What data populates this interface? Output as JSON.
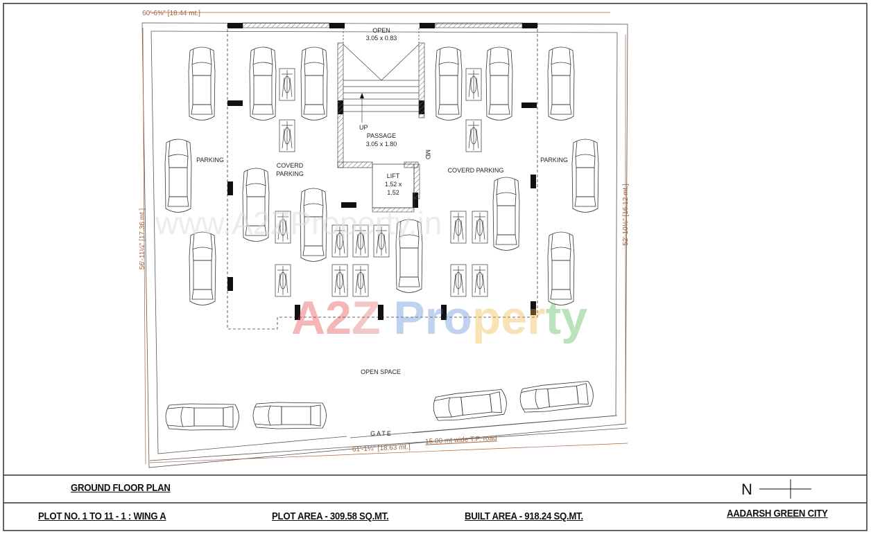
{
  "plan": {
    "dimensions": {
      "top": "60'-6⅝\" [18.44 mt.]",
      "bottom": "61'-1¼\" [18.63 mt.]",
      "left": "56'-11¼\" [17.36 mt.]",
      "right": "52'-10½\" [16.12 mt.]"
    },
    "labels": {
      "open": "OPEN",
      "open_size": "3.05 x 0.83",
      "up": "UP",
      "passage": "PASSAGE",
      "passage_size": "3.05 x 1.80",
      "md": "MD",
      "lift": "LIFT",
      "lift_size_1": "1.52 x",
      "lift_size_2": "1.52",
      "parking_left": "PARKING",
      "parking_right": "PARKING",
      "covered_left_1": "COVERD",
      "covered_left_2": "PARKING",
      "covered_right": "COVERD PARKING",
      "open_space": "OPEN SPACE",
      "gate": "GATE",
      "road": "15.00 mt wide T.P. road"
    },
    "watermarks": [
      "www.A2ZProperty.in",
      "A2Z Property"
    ],
    "colors": {
      "dimension": "#a0643c",
      "line": "#222222",
      "wall": "#111111"
    }
  },
  "title_block": {
    "title": "GROUND FLOOR PLAN",
    "north": "N",
    "plot_no": "PLOT NO. 1 TO 11 - 1  : WING A",
    "plot_area": "PLOT AREA - 309.58 SQ.MT.",
    "built_area": "BUILT AREA - 918.24 SQ.MT.",
    "project": "AADARSH GREEN CITY"
  }
}
